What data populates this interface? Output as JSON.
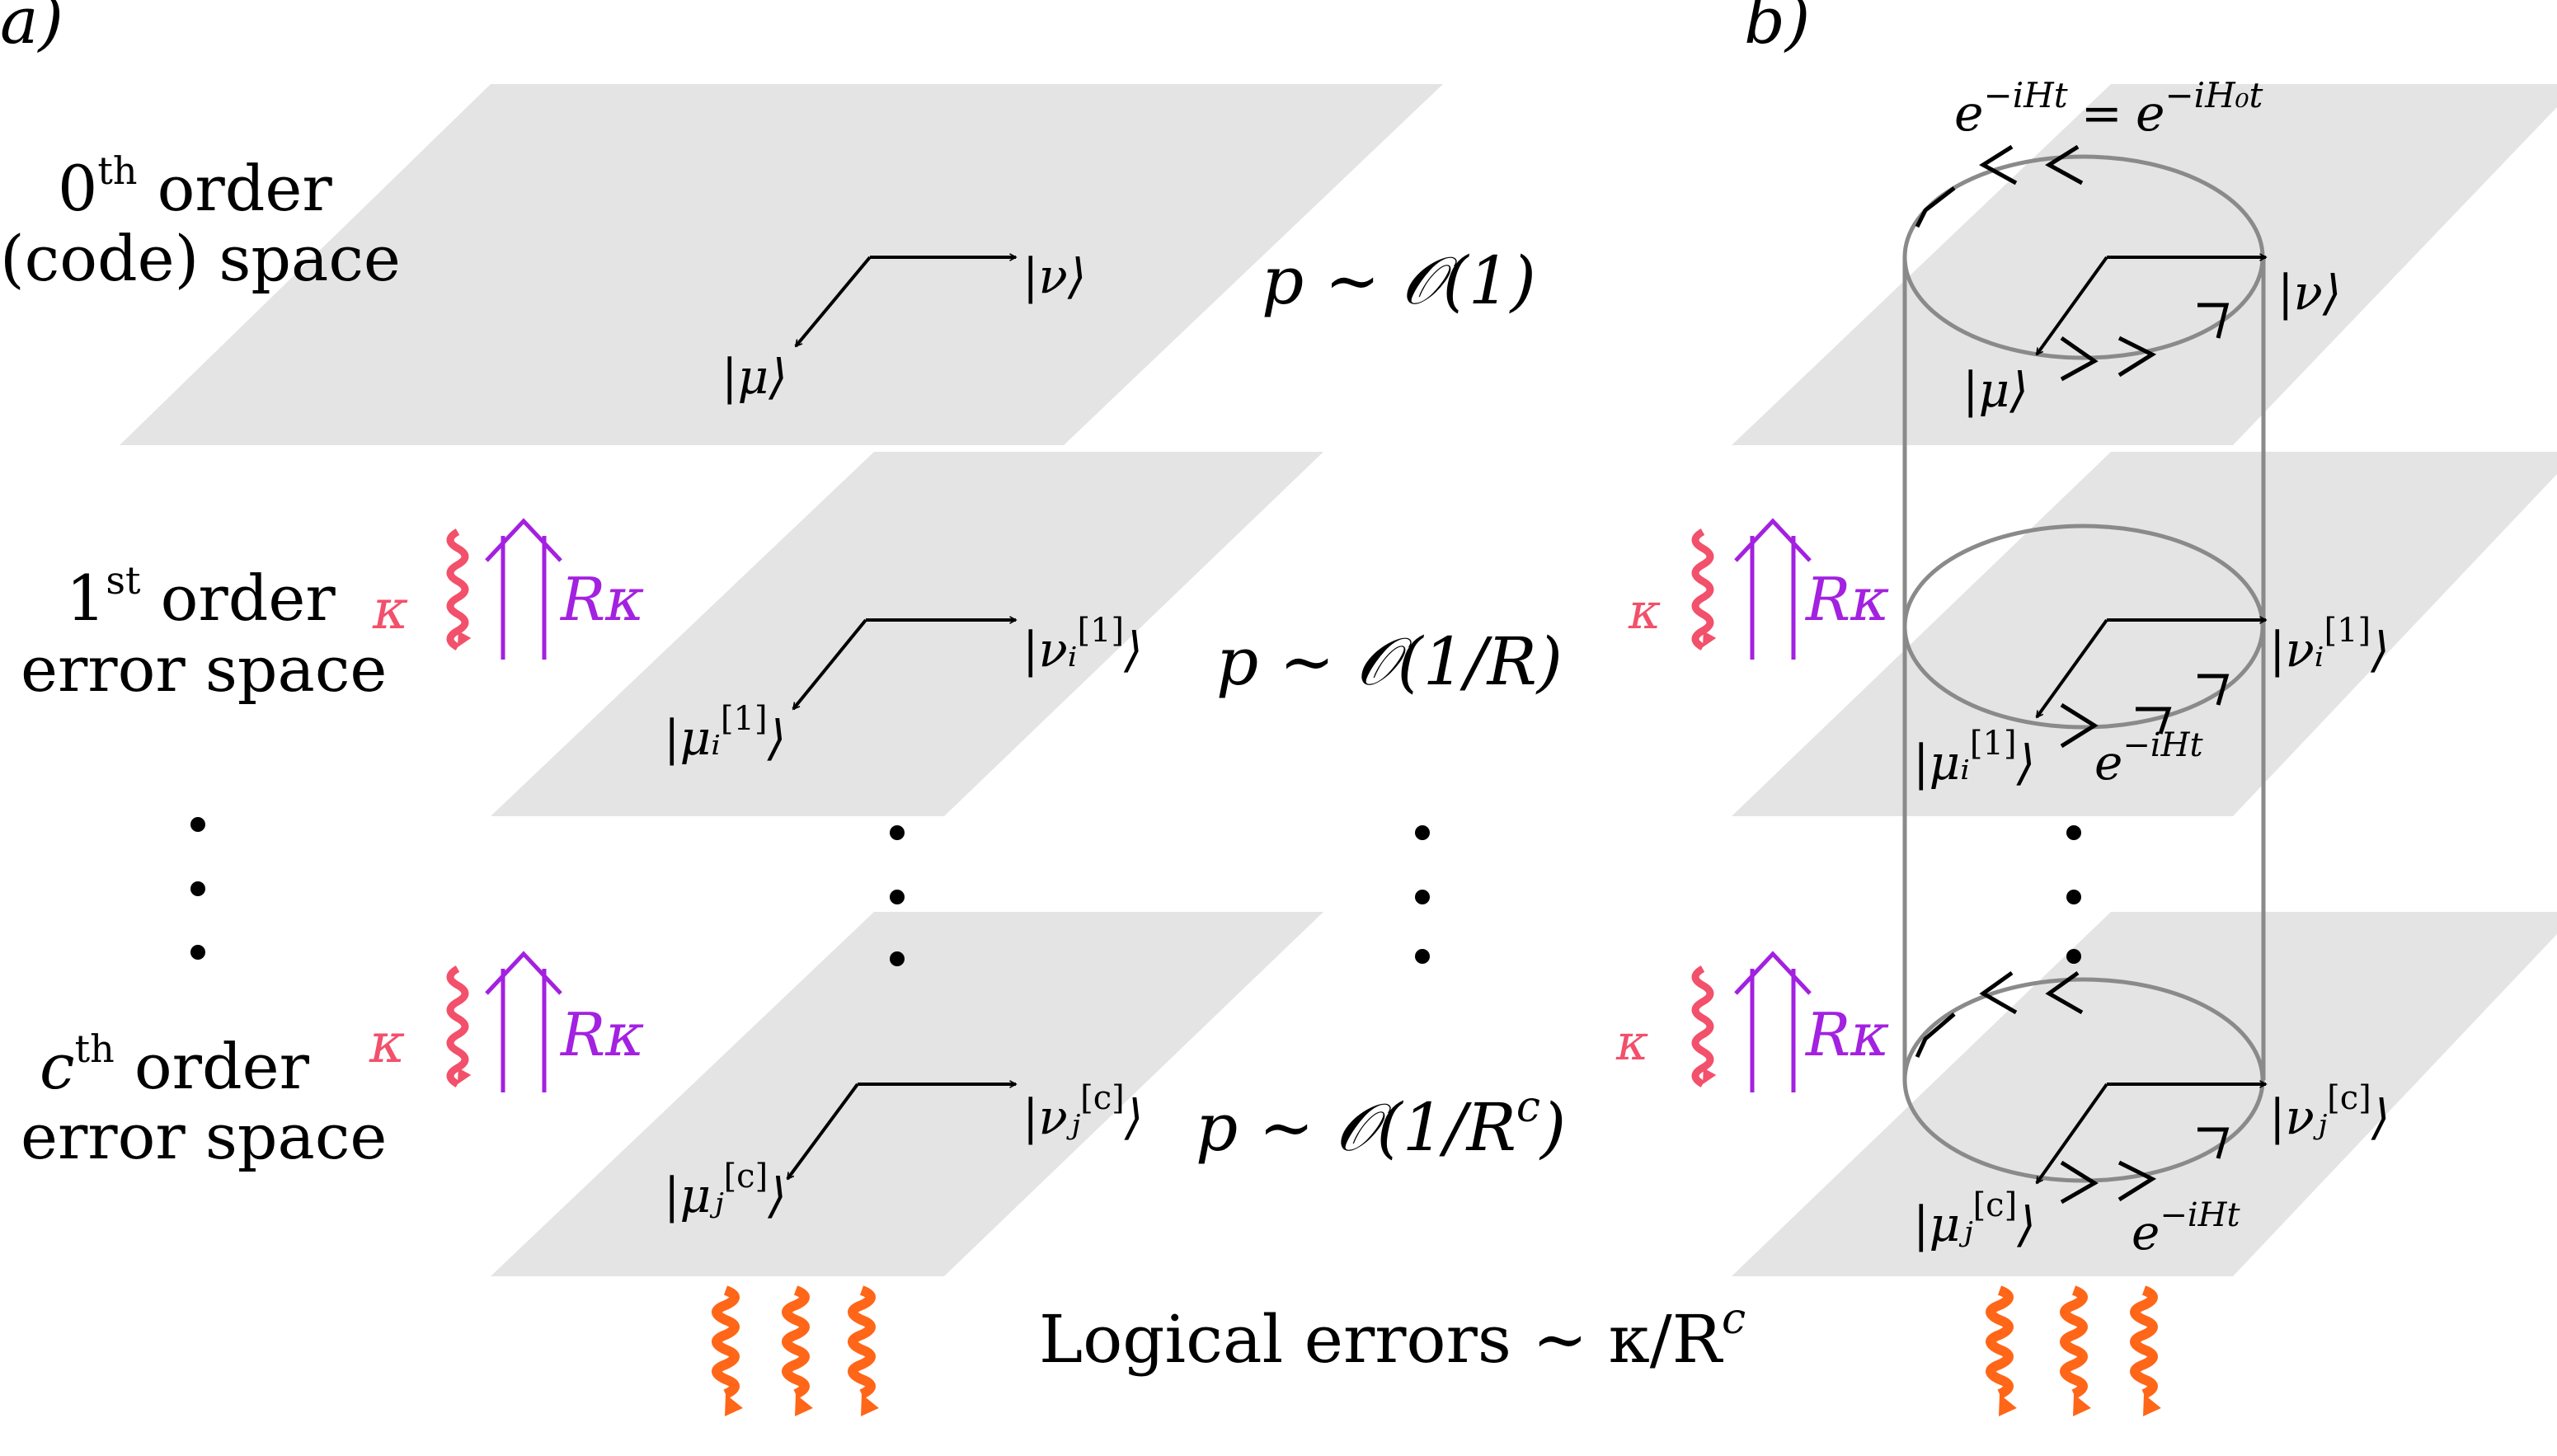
{
  "colors": {
    "plane": "#e4e4e4",
    "ink": "#000000",
    "decay": "#f2506b",
    "pump": "#a321e0",
    "logical": "#ff6618",
    "cylinder": "#8a8a8a"
  },
  "panels": {
    "a": "a)",
    "b": "b)"
  },
  "left_labels": {
    "zeroth_line1_main": "0",
    "zeroth_line1_sup": "th",
    "zeroth_line1_rest": " order",
    "zeroth_line2": "(code) space",
    "first_line1_main": "1",
    "first_line1_sup": "st",
    "first_line1_rest": " order",
    "first_line2": "error space",
    "c_line1_main": "c",
    "c_line1_sup": "th",
    "c_line1_rest": " order",
    "c_line2": "error space"
  },
  "rates": {
    "kappa": "κ",
    "R": "R",
    "Rkappa_kappa": "κ"
  },
  "states": {
    "mu": "|μ⟩",
    "nu": "|ν⟩",
    "mu_first": "|μᵢ",
    "mu_first_sup": "[1]",
    "mu_first_end": "⟩",
    "nu_first": "|νᵢ",
    "nu_first_sup": "[1]",
    "nu_first_end": "⟩",
    "mu_c": "|μⱼ",
    "mu_c_sup": "[c]",
    "mu_c_end": "⟩",
    "nu_c": "|νⱼ",
    "nu_c_sup": "[c]",
    "nu_c_end": "⟩"
  },
  "probabilities": {
    "p0": "p ∼ 𝒪(1)",
    "p1": "p ∼ 𝒪(1/R)",
    "pc_main": "p ∼ 𝒪(1/R",
    "pc_sup": "c",
    "pc_end": ")"
  },
  "evolution": {
    "top_left": "e",
    "top_left_sup": "−iHt",
    "equals": "=",
    "top_right": "e",
    "top_right_sup": "−iH₀t",
    "mid": "e",
    "mid_sup": "−iHt",
    "bottom": "e",
    "bottom_sup": "−iHt"
  },
  "logical_errors": {
    "text": "Logical errors ∼ κ/R",
    "sup": "c"
  }
}
